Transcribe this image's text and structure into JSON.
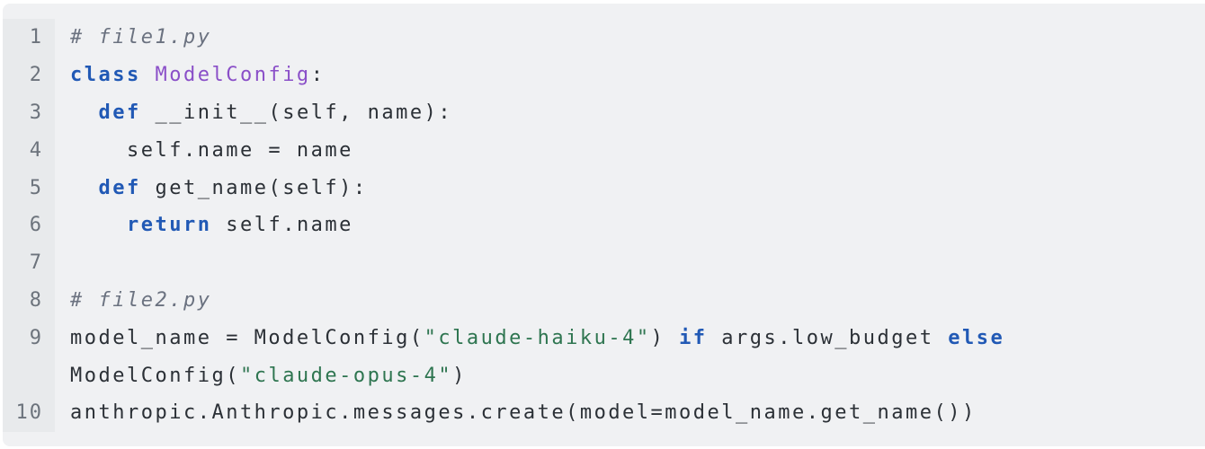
{
  "code_block": {
    "language": "python",
    "colors": {
      "block_bg": "#f0f1f3",
      "gutter_bg": "#e8eaec",
      "gutter_fg": "#6c737c",
      "plain": "#2b3036",
      "keyword": "#2159b5",
      "classname": "#8a4fc8",
      "string": "#2e7550",
      "comment": "#6b7280",
      "page_bg": "#ffffff"
    },
    "lines": [
      {
        "number": "1",
        "tokens": [
          {
            "type": "comment",
            "text": "# file1.py"
          }
        ]
      },
      {
        "number": "2",
        "tokens": [
          {
            "type": "keyword",
            "text": "class"
          },
          {
            "type": "plain",
            "text": " "
          },
          {
            "type": "classname",
            "text": "ModelConfig"
          },
          {
            "type": "plain",
            "text": ":"
          }
        ]
      },
      {
        "number": "3",
        "tokens": [
          {
            "type": "plain",
            "text": "  "
          },
          {
            "type": "keyword",
            "text": "def"
          },
          {
            "type": "plain",
            "text": " __init__(self, name):"
          }
        ]
      },
      {
        "number": "4",
        "tokens": [
          {
            "type": "plain",
            "text": "    self.name = name"
          }
        ]
      },
      {
        "number": "5",
        "tokens": [
          {
            "type": "plain",
            "text": "  "
          },
          {
            "type": "keyword",
            "text": "def"
          },
          {
            "type": "plain",
            "text": " get_name(self):"
          }
        ]
      },
      {
        "number": "6",
        "tokens": [
          {
            "type": "plain",
            "text": "    "
          },
          {
            "type": "keyword",
            "text": "return"
          },
          {
            "type": "plain",
            "text": " self.name"
          }
        ]
      },
      {
        "number": "7",
        "tokens": []
      },
      {
        "number": "8",
        "tokens": [
          {
            "type": "comment",
            "text": "# file2.py"
          }
        ]
      },
      {
        "number": "9",
        "tokens": [
          {
            "type": "plain",
            "text": "model_name = ModelConfig("
          },
          {
            "type": "string",
            "text": "\"claude-haiku-4\""
          },
          {
            "type": "plain",
            "text": ") "
          },
          {
            "type": "keyword",
            "text": "if"
          },
          {
            "type": "plain",
            "text": " args.low_budget "
          },
          {
            "type": "keyword",
            "text": "else"
          }
        ]
      },
      {
        "number": "",
        "tokens": [
          {
            "type": "plain",
            "text": "ModelConfig("
          },
          {
            "type": "string",
            "text": "\"claude-opus-4\""
          },
          {
            "type": "plain",
            "text": ")"
          }
        ]
      },
      {
        "number": "10",
        "tokens": [
          {
            "type": "plain",
            "text": "anthropic.Anthropic.messages.create(model=model_name.get_name())"
          }
        ]
      }
    ]
  }
}
